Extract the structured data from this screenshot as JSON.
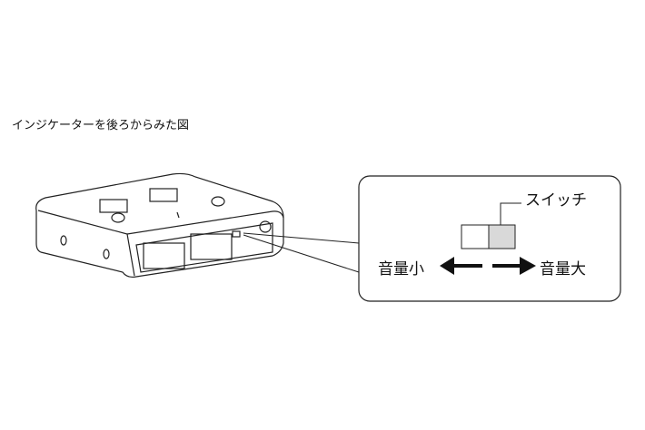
{
  "title": "インジケーターを後ろからみた図",
  "callout": {
    "switch_label": "スイッチ",
    "volume_low": "音量小",
    "volume_high": "音量大"
  },
  "colors": {
    "switch_fill": "#d9d9d9",
    "line": "#222222"
  }
}
